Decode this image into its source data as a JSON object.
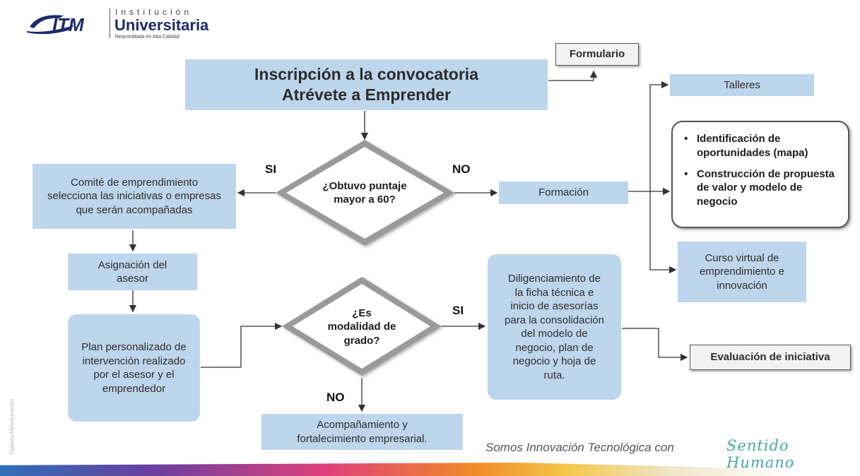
{
  "header": {
    "logo": "ITM",
    "institution_top": "Institución",
    "institution_main": "Universitaria",
    "institution_sub": "Reacreditada en Alta Calidad"
  },
  "nodes": {
    "title_line1": "Inscripción a la convocatoria",
    "title_line2": "Atrévete a Emprender",
    "formulario": "Formulario",
    "decision1": "¿Obtuvo puntaje mayor a 60?",
    "comite": "Comité de emprendimiento selecciona las iniciativas o empresas que serán acompañadas",
    "formacion": "Formación",
    "talleres": "Talleres",
    "bullet1": "Identificación de oportunidades (mapa)",
    "bullet2": "Construcción de propuesta de valor y modelo de negocio",
    "curso": "Curso virtual de emprendimiento e innovación",
    "asignacion": "Asignación del asesor",
    "plan": "Plan personalizado de intervención realizado por el asesor y el emprendedor",
    "decision2": "¿Es modalidad de grado?",
    "diligenciamiento": "Diligenciamiento de la ficha técnica e inicio de asesorías para la consolidación del modelo de negocio, plan de negocio y hoja de ruta.",
    "evaluacion": "Evaluación de iniciativa",
    "acompanamiento": "Acompañamiento y fortalecimiento empresarial."
  },
  "labels": {
    "si1": "SI",
    "no1": "NO",
    "si2": "SI",
    "no2": "NO"
  },
  "footer": {
    "slogan": "Somos Innovación Tecnológica con",
    "slogan_script": "Sentido Humano",
    "side_text": "Vigilada Mineducación"
  },
  "colors": {
    "box_fill": "#bed6ec",
    "navy": "#1d2a6b"
  }
}
